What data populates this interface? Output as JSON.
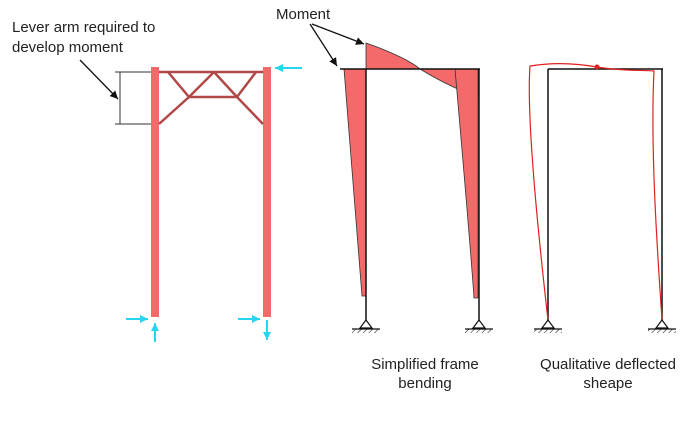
{
  "annotations": {
    "lever_arm_line1": "Lever arm required to",
    "lever_arm_line2": "develop moment",
    "moment": "Moment"
  },
  "panels": [
    {
      "caption_line1": "Simplified frame",
      "caption_line2": "bending"
    },
    {
      "caption_line1": "Qualitative deflected",
      "caption_line2": "sheape"
    }
  ],
  "colors": {
    "member": "#f46a6a",
    "member_dark": "#b04848",
    "force_arrow": "#29d4f0",
    "ink": "#111111",
    "deflected": "#e02020"
  }
}
